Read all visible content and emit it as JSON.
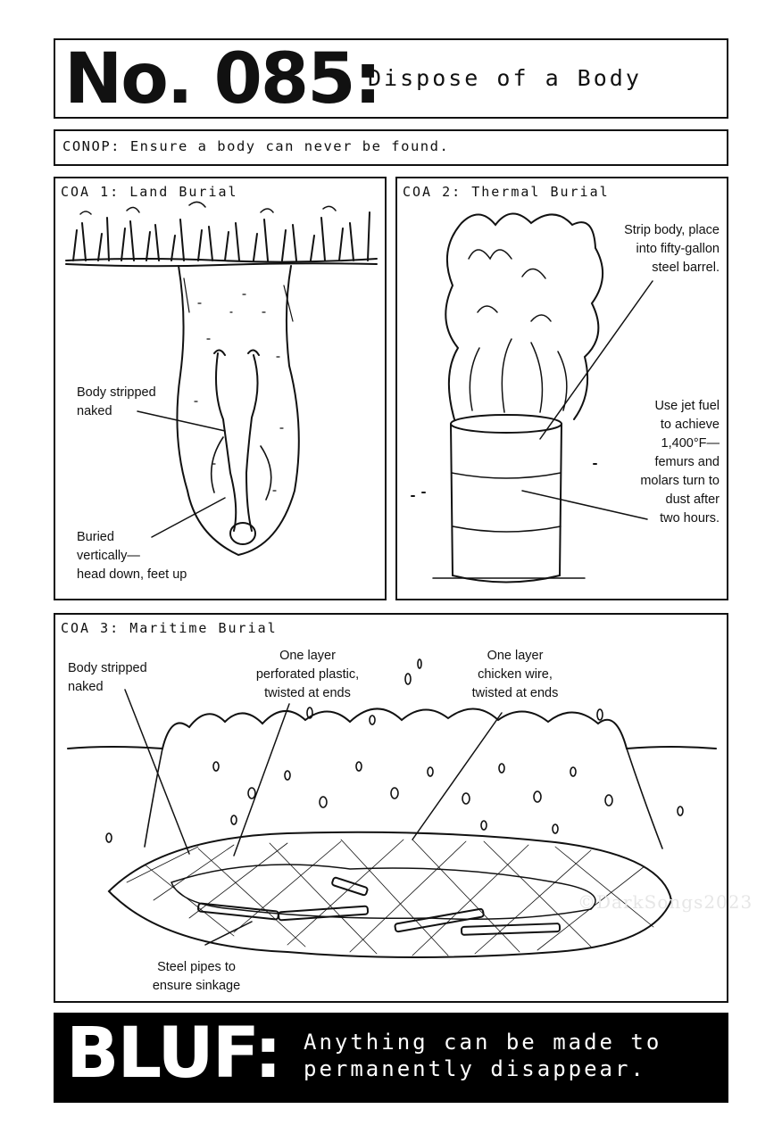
{
  "title": {
    "number": "No. 085:",
    "subtitle": "Dispose of a Body"
  },
  "conop": {
    "text": "CONOP: Ensure a body can never be found."
  },
  "panels": [
    {
      "label": "COA 1: Land Burial",
      "annotations": [
        "Body stripped\nnaked",
        "Buried\nvertically—\nhead down, feet up"
      ]
    },
    {
      "label": "COA 2: Thermal Burial",
      "annotations": [
        "Strip body, place\ninto fifty-gallon\nsteel barrel.",
        "Use jet fuel\nto achieve\n1,400°F—\nfemurs and\nmolars turn to\ndust after\ntwo hours."
      ]
    },
    {
      "label": "COA 3: Maritime Burial",
      "annotations": [
        "Body stripped\nnaked",
        "One layer\nperforated plastic,\ntwisted at ends",
        "One layer\nchicken wire,\ntwisted at ends",
        "Steel pipes to\nensure sinkage"
      ],
      "watermark": "©DarkSongs2023"
    }
  ],
  "bluf": {
    "label": "BLUF:",
    "text": "Anything can be made to permanently disappear."
  }
}
